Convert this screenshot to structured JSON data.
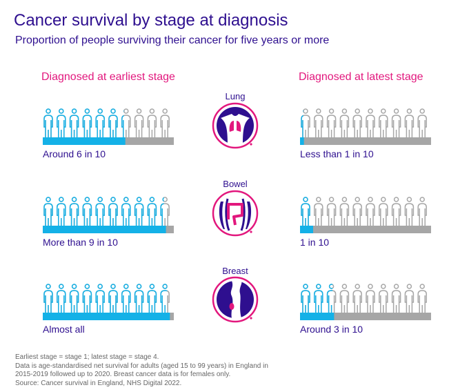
{
  "title": "Cancer survival by stage at diagnosis",
  "subtitle": "Proportion of people surviving their cancer for five years or more",
  "colors": {
    "filled": "#14b1e7",
    "empty": "#a6a6a6",
    "text": "#2e0f8f",
    "accent": "#e2177d"
  },
  "chart_data": {
    "type": "pictogram-bar",
    "title": "Cancer survival by stage at diagnosis",
    "icons_per_group": 10,
    "series": [
      {
        "name": "Diagnosed at earliest stage"
      },
      {
        "name": "Diagnosed at latest stage"
      }
    ],
    "categories": [
      "Lung",
      "Bowel",
      "Breast"
    ],
    "rows": [
      {
        "cancer": "Lung",
        "icon": "lungs-icon",
        "earliest": {
          "value": 0.63,
          "label": "Around 6 in 10"
        },
        "latest": {
          "value": 0.03,
          "label": "Less than 1 in 10"
        }
      },
      {
        "cancer": "Bowel",
        "icon": "bowel-icon",
        "earliest": {
          "value": 0.94,
          "label": "More than 9 in 10"
        },
        "latest": {
          "value": 0.1,
          "label": "1 in 10"
        }
      },
      {
        "cancer": "Breast",
        "icon": "breast-icon",
        "earliest": {
          "value": 0.97,
          "label": "Almost all"
        },
        "latest": {
          "value": 0.26,
          "label": "Around 3 in 10"
        }
      }
    ],
    "ylim": [
      0,
      1
    ]
  },
  "footnotes": [
    "Earliest stage = stage 1; latest stage = stage 4.",
    "Data is age-standardised net survival for adults (aged 15 to 99 years) in England in",
    "2015-2019 followed up to 2020. Breast cancer data is for females only.",
    "Source: Cancer survival in England, NHS Digital 2022."
  ]
}
